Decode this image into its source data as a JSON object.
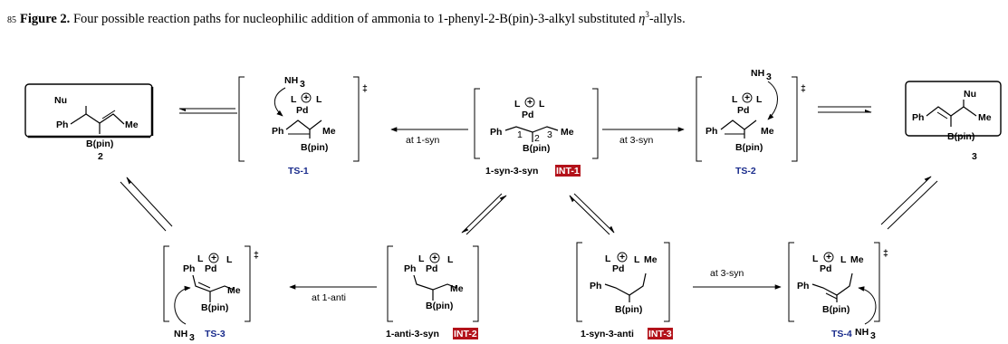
{
  "caption": {
    "line_no": "85",
    "figure_label": "Figure 2.",
    "text_before": " Four possible reaction paths for nucleophilic addition of ammonia to 1-phenyl-2-B(pin)-3-alkyl substituted ",
    "eta": "η",
    "eta_sup": "3",
    "text_after": "-allyls."
  },
  "atoms": {
    "nu": "Nu",
    "ph": "Ph",
    "me": "Me",
    "bpin": "B(pin)",
    "pd": "Pd",
    "l": "L",
    "nh3": "NH",
    "nh3_sub": "3",
    "plus": "+",
    "dagger": "‡",
    "n1": "1",
    "n2": "2",
    "n3": "3"
  },
  "labels": {
    "product_2": "2",
    "product_3": "3",
    "ts1": "TS-1",
    "ts2": "TS-2",
    "ts3": "TS-3",
    "ts4": "TS-4",
    "int1_prefix": "1-syn-3-syn ",
    "int1_tag": "INT-1",
    "int2_prefix": "1-anti-3-syn ",
    "int2_tag": "INT-2",
    "int3_prefix": "1-syn-3-anti ",
    "int3_tag": "INT-3"
  },
  "arrows": {
    "at_1_syn": "at 1-syn",
    "at_3_syn_top": "at 3-syn",
    "at_1_anti": "at 1-anti",
    "at_3_syn_bottom": "at 3-syn"
  }
}
